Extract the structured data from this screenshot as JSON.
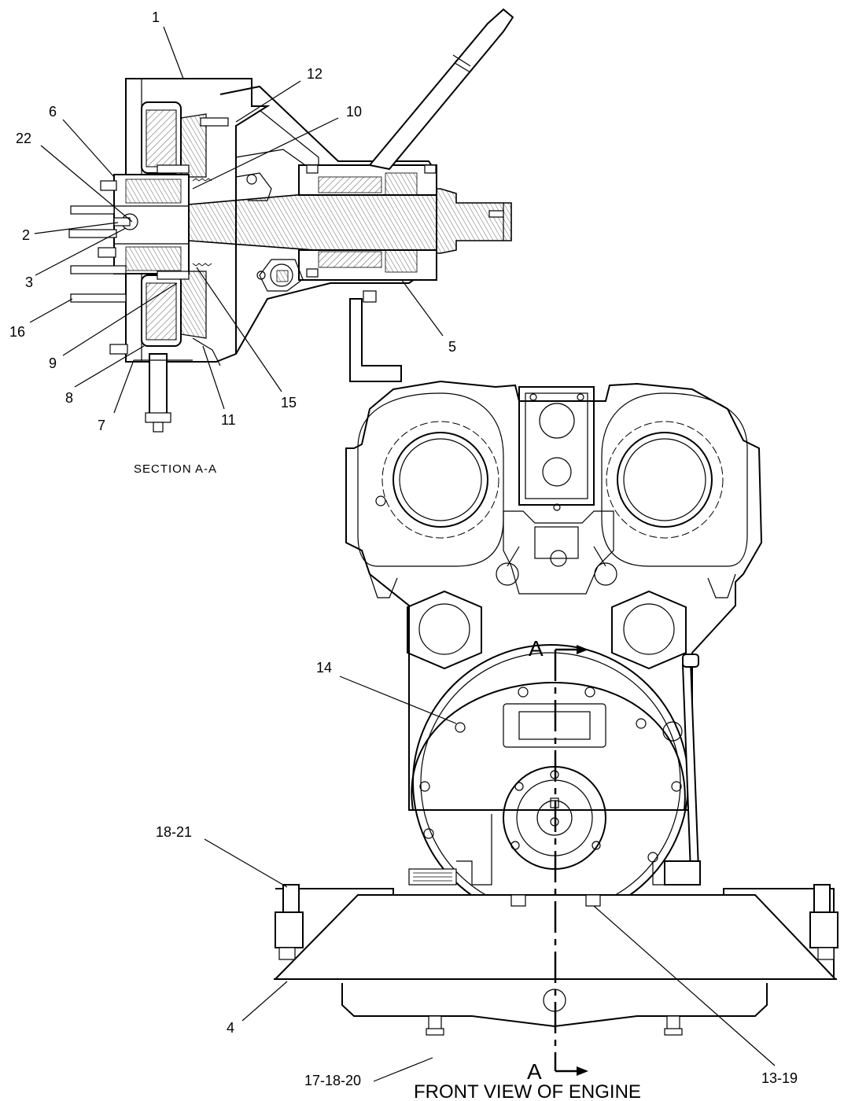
{
  "callouts": {
    "c1": "1",
    "c12": "12",
    "c10": "10",
    "c6": "6",
    "c22": "22",
    "c2": "2",
    "c3": "3",
    "c16": "16",
    "c9": "9",
    "c8": "8",
    "c7": "7",
    "c11": "11",
    "c15": "15",
    "c5": "5",
    "c14": "14",
    "c18_21": "18-21",
    "c4": "4",
    "c17_18_20": "17-18-20",
    "c13_19": "13-19"
  },
  "section_caption": "SECTION A-A",
  "section_marker_top": "A",
  "section_marker_bottom": "A",
  "view_title": "FRONT VIEW OF ENGINE"
}
